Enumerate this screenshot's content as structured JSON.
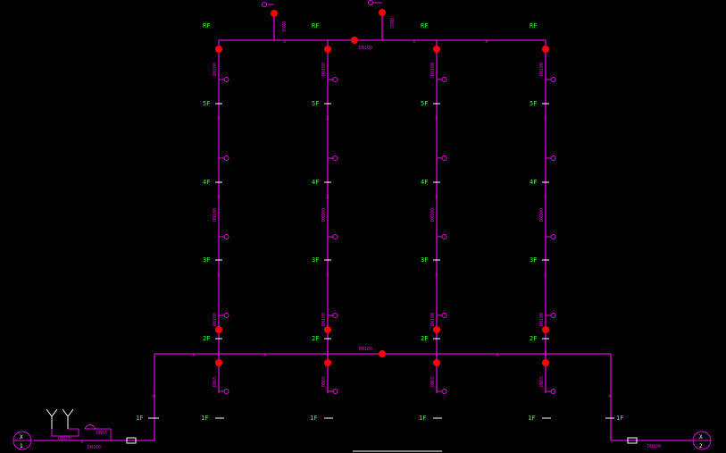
{
  "floor_labels": {
    "roof": "RF",
    "f5": "5F",
    "f4": "4F",
    "f3": "3F",
    "f2": "2F",
    "f1": "1F"
  },
  "pipe_labels": {
    "dn100": "DN100",
    "dn65": "DN65"
  },
  "pipe_marker": "x",
  "inlet_left": {
    "top": "X",
    "bottom": "1"
  },
  "inlet_right": {
    "top": "X",
    "bottom": "2"
  },
  "colors": {
    "background": "#000000",
    "pipe": "#e000e0",
    "valve": "#ff0000",
    "floor_text": "#33ff33",
    "symbol": "#ffffff"
  }
}
